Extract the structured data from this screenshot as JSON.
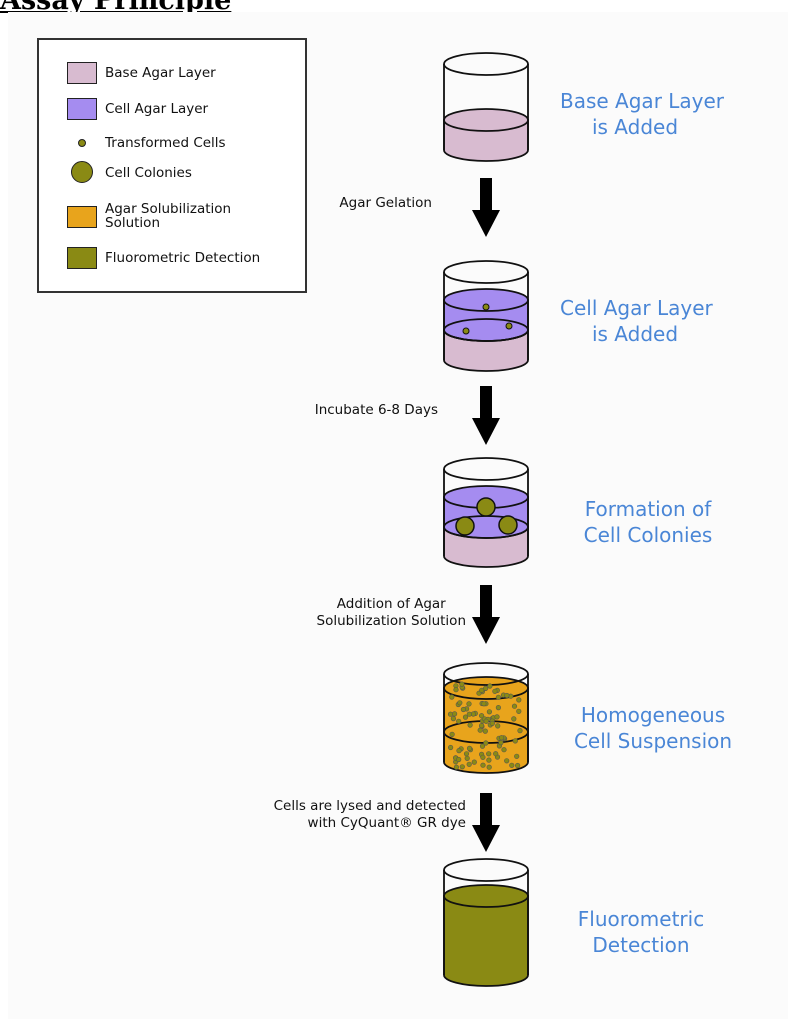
{
  "header": {
    "title": "Assay Principle"
  },
  "legend": {
    "items": [
      {
        "label": "Base Agar Layer",
        "swatch": "base-agar",
        "color": "#d8bbd0"
      },
      {
        "label": "Cell Agar Layer",
        "swatch": "cell-agar",
        "color": "#a58cf0"
      },
      {
        "label": "Transformed Cells",
        "swatch": "small-dot",
        "color": "#8a8a14"
      },
      {
        "label": "Cell Colonies",
        "swatch": "large-dot",
        "color": "#8a8a14"
      },
      {
        "label": "Agar Solubilization\nSolution",
        "swatch": "solubilization",
        "color": "#e8a41c"
      },
      {
        "label": "Fluorometric Detection",
        "swatch": "fluorometric",
        "color": "#8a8a14"
      }
    ]
  },
  "steps": [
    {
      "caption_line1": "Base Agar Layer",
      "caption_line2": "is Added"
    },
    {
      "caption_line1": "Cell Agar Layer",
      "caption_line2": "is Added"
    },
    {
      "caption_line1": "Formation of",
      "caption_line2": "Cell Colonies"
    },
    {
      "caption_line1": "Homogeneous",
      "caption_line2": "Cell Suspension"
    },
    {
      "caption_line1": "Fluorometric",
      "caption_line2": "Detection"
    }
  ],
  "transitions": [
    {
      "line1": "Agar Gelation",
      "line2": ""
    },
    {
      "line1": "Incubate 6-8 Days",
      "line2": ""
    },
    {
      "line1": "Addition of Agar",
      "line2": "Solubilization Solution"
    },
    {
      "line1": "Cells are lysed and detected",
      "line2": "with CyQuant® GR dye"
    }
  ],
  "colors": {
    "caption": "#4a86d6",
    "base_agar": "#d8bbd0",
    "cell_agar": "#a58cf0",
    "colony": "#8a8a14",
    "solubilization": "#e8a41c",
    "fluorometric": "#8a8a14",
    "arrow": "#000000"
  }
}
